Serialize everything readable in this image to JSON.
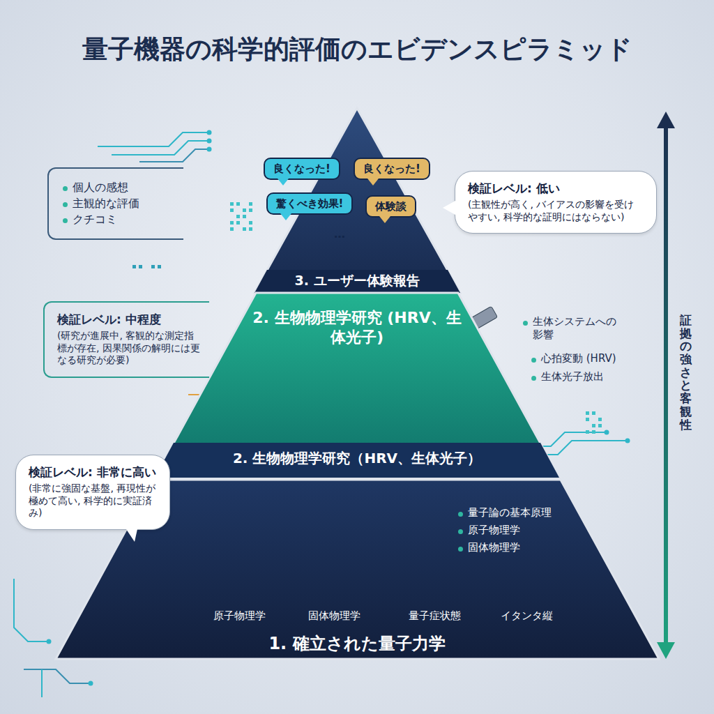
{
  "diagram": {
    "title": "量子機器の科学的評価のエビデンスピラミッド",
    "nodes": [
      {
        "text": [
          "3. ユーザー体験報告"
        ]
      },
      {
        "text": [
          "良くなった!"
        ],
        "in": 0
      },
      {
        "text": [
          "良くなった!"
        ],
        "in": 0
      },
      {
        "text": [
          "驚くべき効果!"
        ],
        "in": 0
      },
      {
        "text": [
          "体験談"
        ],
        "in": 0
      },
      {
        "text": [
          "個人の感想",
          "主観的な評価",
          "クチコミ"
        ]
      },
      {
        "text": [
          "検証レベル: 低い",
          "(主観性が高く, バイアスの影響を受けやすい, 科学的な証明にはならない)"
        ]
      },
      {
        "text": [
          "2. 生物物理学研究 (HRV、生体光子)",
          "2. 生物物理学研究（HRV、生体光子）"
        ]
      },
      {
        "text": [
          "検証レベル: 中程度",
          "(研究が進展中, 客観的な測定指標が存在, 因果関係の解明には更なる研究が必要)"
        ]
      },
      {
        "text": [
          "1. 確立された量子力学",
          "量子論の基本原理",
          "原子物理学",
          "固体物理学",
          "原子物理学",
          "固体物理学",
          "量子症状態",
          "イタンタ縦"
        ]
      },
      {
        "text": [
          "検証レベル: 非常に高い",
          "(非常に強固な基盤, 再現性が極めて高い, 科学的に実証済み)"
        ]
      }
    ],
    "labels": [
      "…",
      "生体システムへの影響",
      "心拍変動 (HRV)",
      "生体光子放出",
      "証拠の強さと客観性"
    ]
  }
}
